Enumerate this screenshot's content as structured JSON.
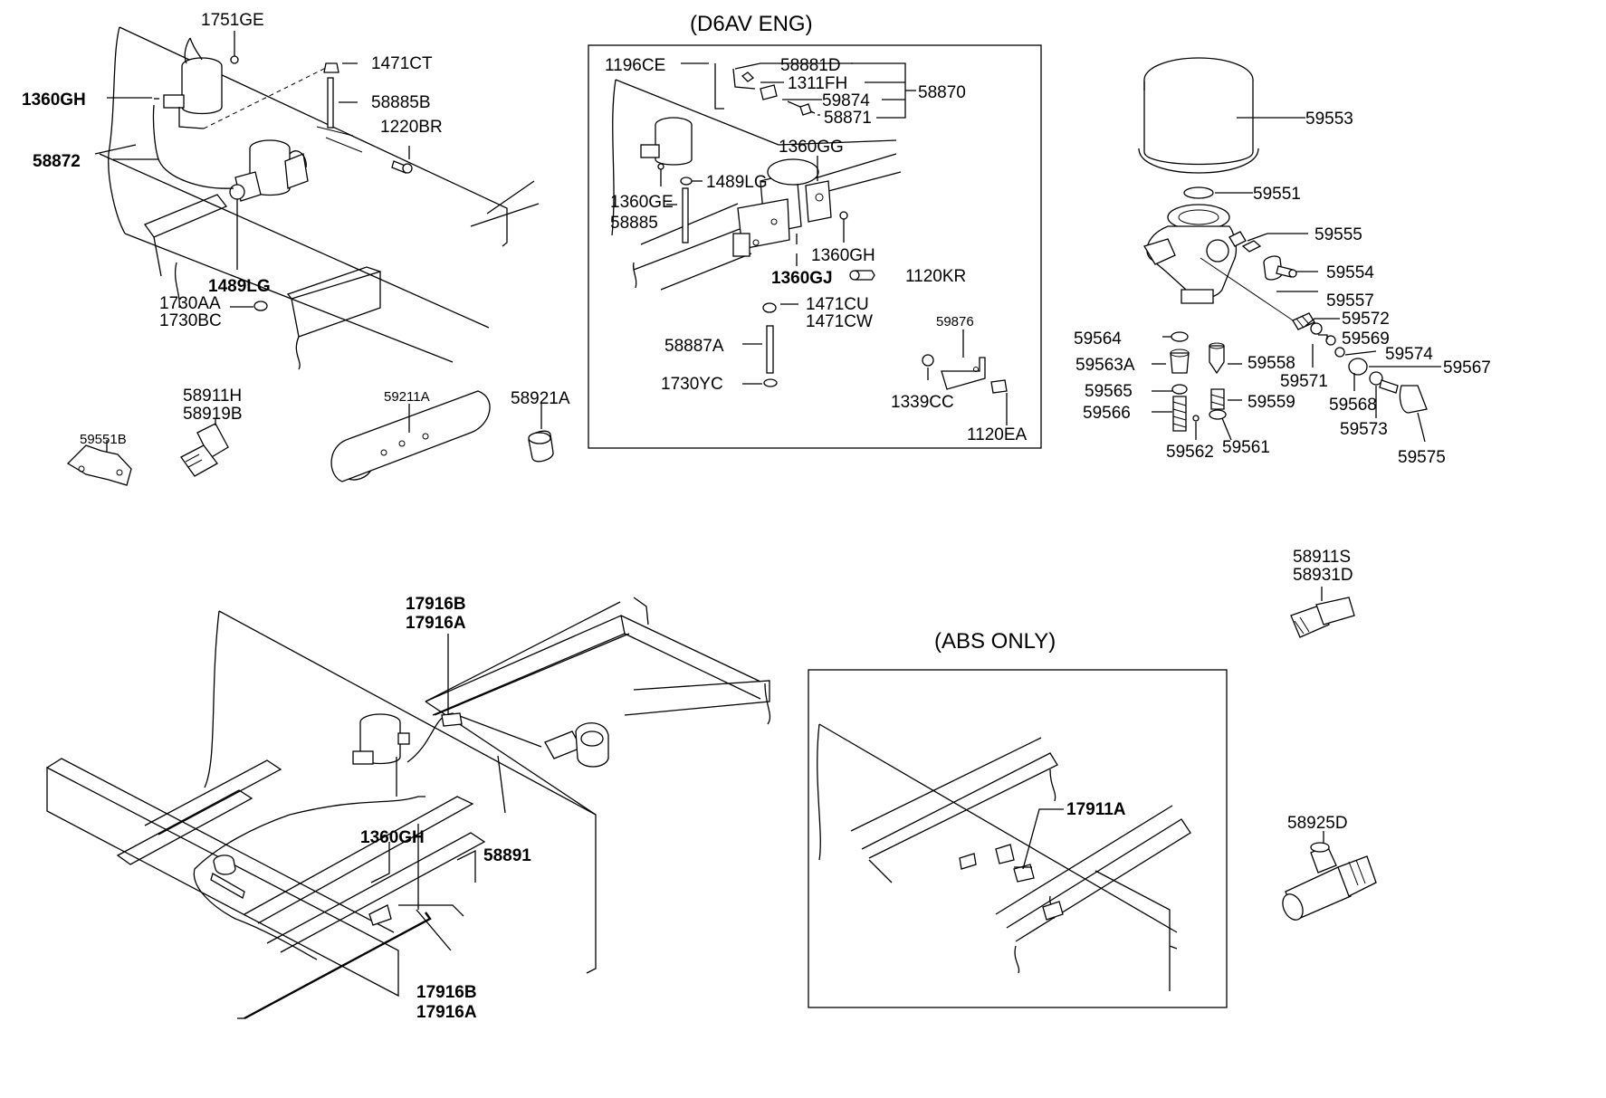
{
  "headers": {
    "d6av": "(D6AV ENG)",
    "abs": "(ABS ONLY)"
  },
  "labels": {
    "l1751GE": "1751GE",
    "l1471CT": "1471CT",
    "l1360GH_a": "1360GH",
    "l58885B": "58885B",
    "l1220BR": "1220BR",
    "l58872": "58872",
    "l1489LG_a": "1489LG",
    "l1730AA": "1730AA",
    "l1730BC": "1730BC",
    "l58911H": "58911H",
    "l58919B": "58919B",
    "l59211A": "59211A",
    "l58921A": "58921A",
    "l59551B": "59551B",
    "l1196CE": "1196CE",
    "l58881D": "58881D",
    "l1311FH": "1311FH",
    "l59874": "59874",
    "l58871": "58871",
    "l58870": "58870",
    "l1360GG": "1360GG",
    "l1489LG_b": "1489LG",
    "l1360GE": "1360GE",
    "l58885": "58885",
    "l1360GH_b": "1360GH",
    "l1360GJ": "1360GJ",
    "l1120KR": "1120KR",
    "l1471CU": "1471CU",
    "l1471CW": "1471CW",
    "l58887A": "58887A",
    "l1730YC": "1730YC",
    "l59876": "59876",
    "l1339CC": "1339CC",
    "l1120EA": "1120EA",
    "l59553": "59553",
    "l59551": "59551",
    "l59555": "59555",
    "l59554": "59554",
    "l59557": "59557",
    "l59572": "59572",
    "l59564": "59564",
    "l59569": "59569",
    "l59574": "59574",
    "l59567": "59567",
    "l59563A": "59563A",
    "l59558": "59558",
    "l59571": "59571",
    "l59565": "59565",
    "l59568": "59568",
    "l59559": "59559",
    "l59566": "59566",
    "l59573": "59573",
    "l59562": "59562",
    "l59561": "59561",
    "l59575": "59575",
    "l58911S": "58911S",
    "l58931D": "58931D",
    "l17916B_a": "17916B",
    "l17916A_a": "17916A",
    "l1360GH_c": "1360GH",
    "l58891": "58891",
    "l17916B_b": "17916B",
    "l17916A_b": "17916A",
    "l17911A": "17911A",
    "l58925D": "58925D"
  }
}
